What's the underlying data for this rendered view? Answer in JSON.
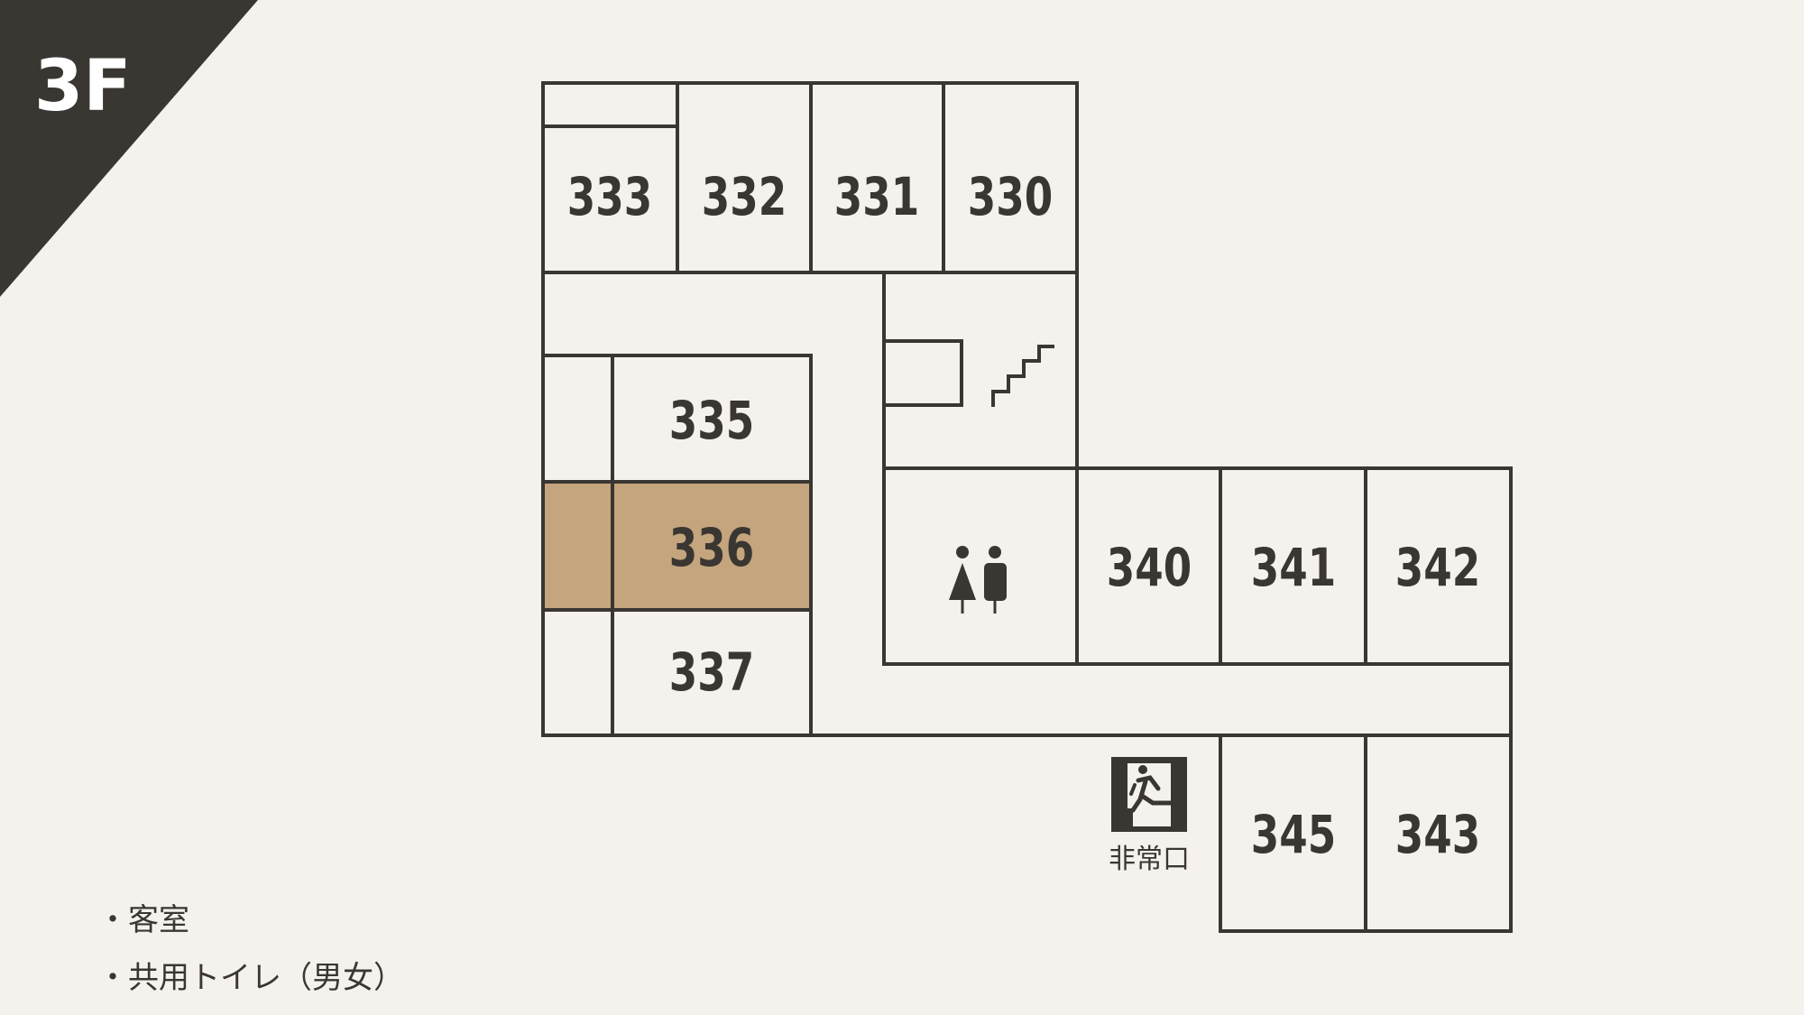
{
  "floor_label": "3F",
  "rooms": [
    {
      "number": "333"
    },
    {
      "number": "332"
    },
    {
      "number": "331"
    },
    {
      "number": "330"
    },
    {
      "number": "335"
    },
    {
      "number": "336",
      "highlighted": true
    },
    {
      "number": "337"
    },
    {
      "number": "340"
    },
    {
      "number": "341"
    },
    {
      "number": "342"
    },
    {
      "number": "345"
    },
    {
      "number": "343"
    }
  ],
  "emergency_exit_label": "非常口",
  "legend": [
    "・客室",
    "・共用トイレ（男女）"
  ],
  "colors": {
    "background": "#f5f1ec",
    "line": "#3a3632",
    "highlight": "#c4a57e",
    "corner": "#3a3632"
  }
}
